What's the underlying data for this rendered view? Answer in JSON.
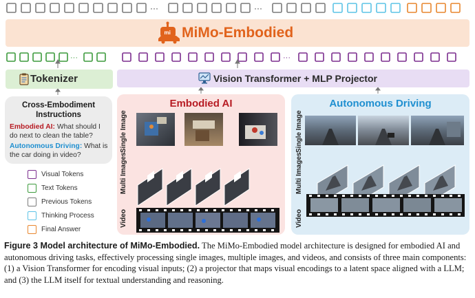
{
  "title": "MiMo-Embodied",
  "tokenizer_label": "Tokenizer",
  "vit_label": "Vision Transformer + MLP Projector",
  "instructions": {
    "title_line1": "Cross-Embodiment",
    "title_line2": "Instructions",
    "embodied_prefix": "Embodied AI:",
    "embodied_q1": " What should I",
    "embodied_q2": "do next to clean the table?",
    "driving_prefix": "Autonomous Driving:",
    "driving_q1": " What is",
    "driving_q2": "the car doing in video?"
  },
  "legend": [
    {
      "label": "Visual Tokens",
      "color": "#7b2d8e"
    },
    {
      "label": "Text Tokens",
      "color": "#3c9a3c"
    },
    {
      "label": "Previous Tokens",
      "color": "#7a7a7a"
    },
    {
      "label": "Thinking Process",
      "color": "#5cc3e6"
    },
    {
      "label": "Final Answer",
      "color": "#e8862d"
    }
  ],
  "embodied_panel": {
    "title": "Embodied AI"
  },
  "driving_panel": {
    "title": "Autonomous Driving"
  },
  "row_labels": {
    "single": "Single Image",
    "multi": "Multi Images",
    "video": "Video"
  },
  "ellipsis": "···",
  "logo_mark": "mi",
  "caption": {
    "label": "Figure 3  Model architecture of MiMo-Embodied.",
    "text": " The MiMo-Embodied model architecture is designed for embodied AI and autonomous driving tasks, effectively processing single images, multiple images, and videos, and consists of three main components: (1) a Vision Transformer for encoding visual inputs; (2) a projector that maps visual encodings to a latent space aligned with a LLM; and (3) the LLM itself for textual understanding and reasoning."
  },
  "colors": {
    "gray_token": "#7a7a7a",
    "blue_token": "#5cc3e6",
    "orange_token": "#e8862d",
    "green_token": "#3c9a3c",
    "purple_token": "#7b2d8e",
    "brand": "#e1631c",
    "embodied": "#b71c24",
    "driving": "#1f8fd0"
  }
}
